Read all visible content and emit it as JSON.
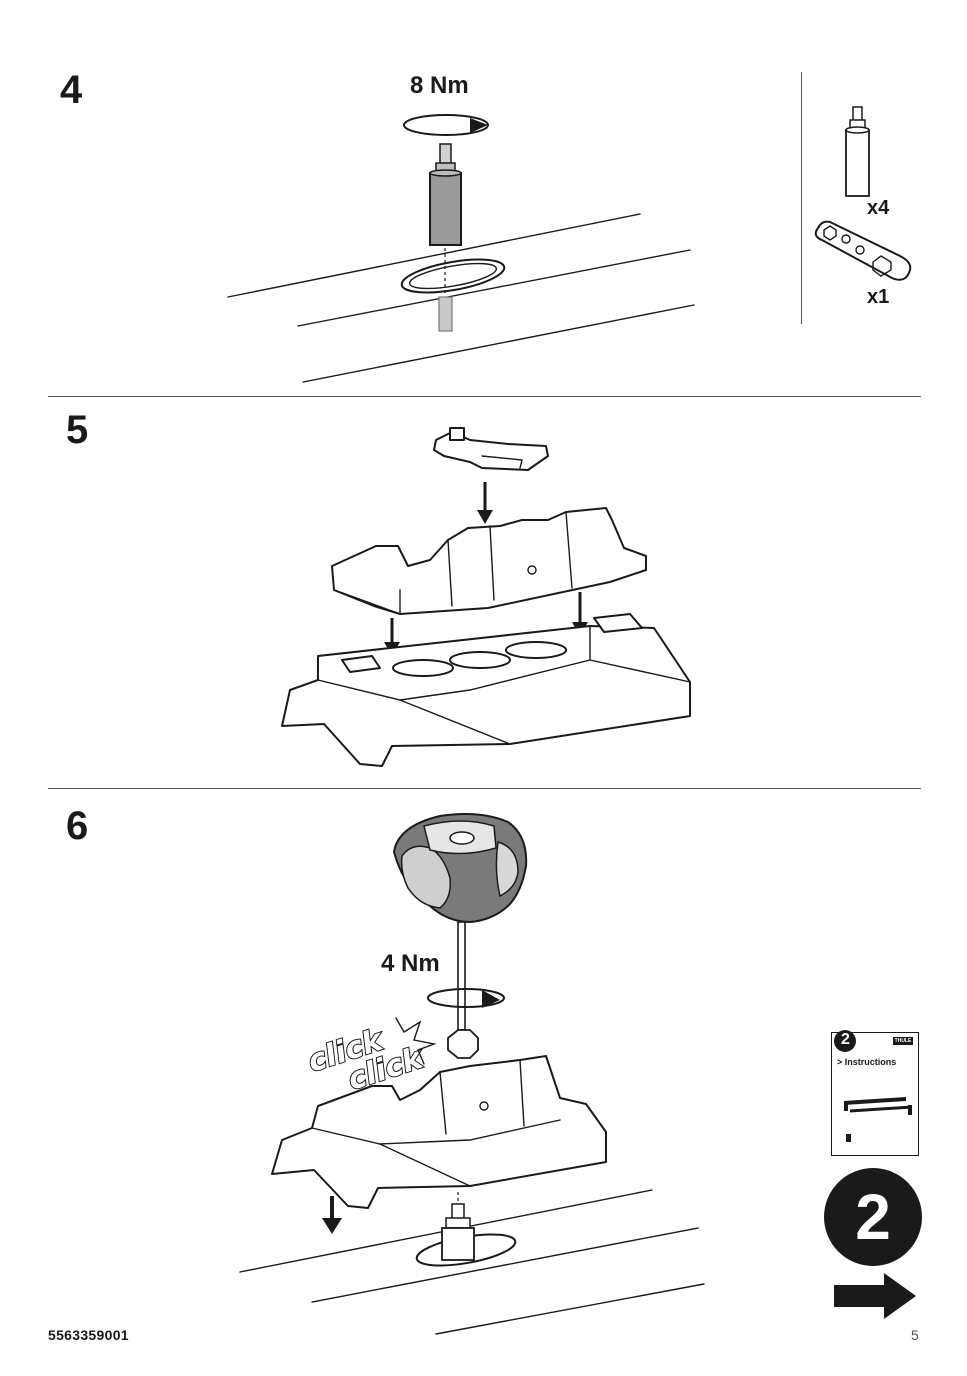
{
  "steps": [
    {
      "number": "4",
      "torque": "8 Nm"
    },
    {
      "number": "5"
    },
    {
      "number": "6",
      "torque": "4 Nm",
      "sound_effects": [
        "click",
        "click"
      ]
    }
  ],
  "parts": [
    {
      "name": "bolt",
      "quantity": "x4"
    },
    {
      "name": "wrench",
      "quantity": "x1"
    }
  ],
  "booklet": {
    "number": "2",
    "label": "> Instructions",
    "brand": "THULE"
  },
  "next": {
    "number": "2"
  },
  "footer": {
    "code": "5563359001",
    "page": "5"
  }
}
